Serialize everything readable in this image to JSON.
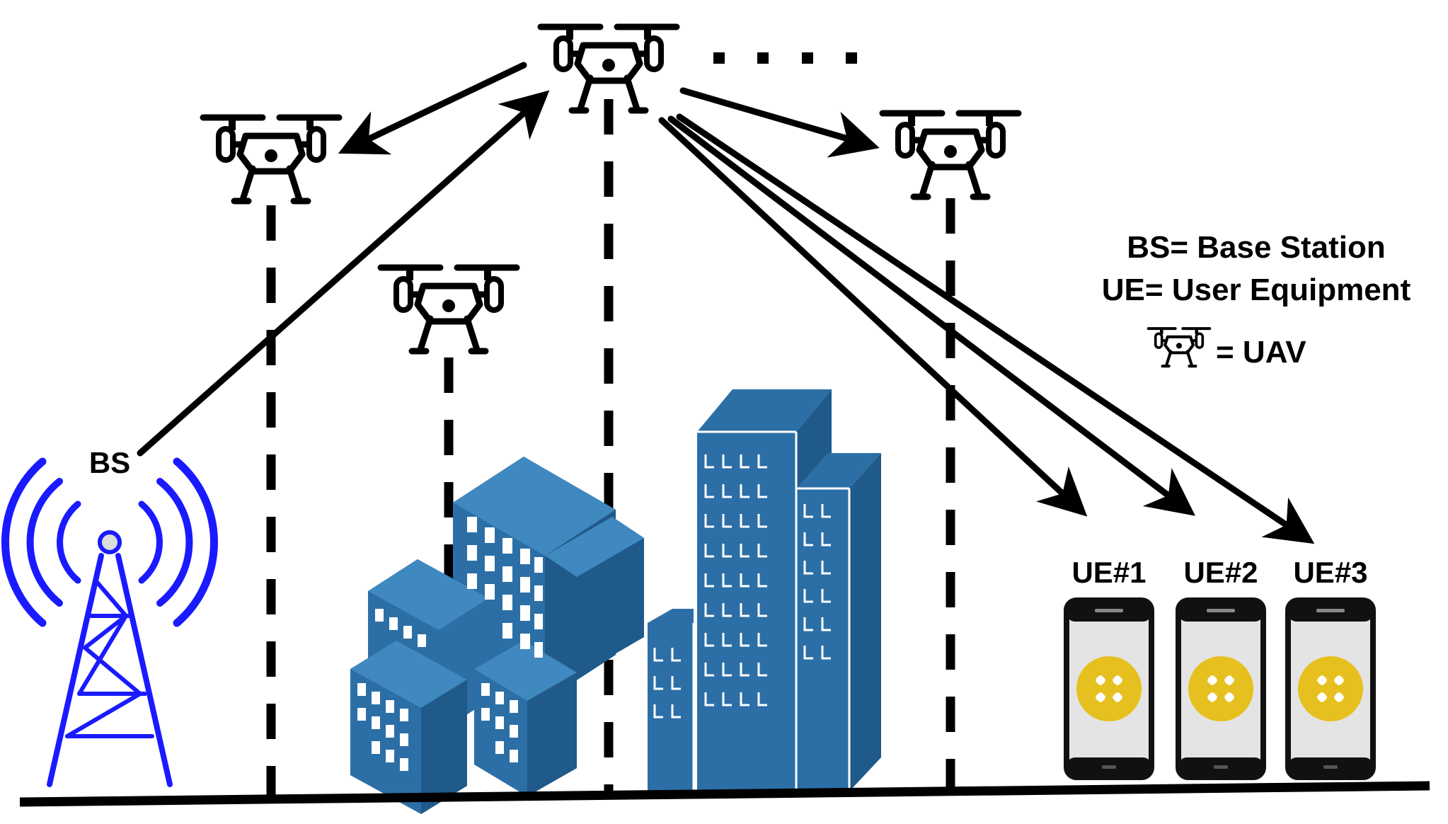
{
  "labels": {
    "bs": "BS",
    "ue1": "UE#1",
    "ue2": "UE#2",
    "ue3": "UE#3"
  },
  "legend": {
    "line1": "BS= Base Station",
    "line2": "UE= User Equipment",
    "uav": "= UAV"
  },
  "icons": {
    "uav": "drone-icon",
    "bs": "cell-tower-icon",
    "ue": "smartphone-icon",
    "buildings": "building-icon"
  },
  "colors": {
    "tower": "#1a1aff",
    "building_dark": "#1f5a8a",
    "building_mid": "#2c6fa6",
    "building_light": "#3f88c0",
    "phone_screen": "#e4e4e4",
    "phone_button": "#e6c01e",
    "ink": "#000000"
  }
}
